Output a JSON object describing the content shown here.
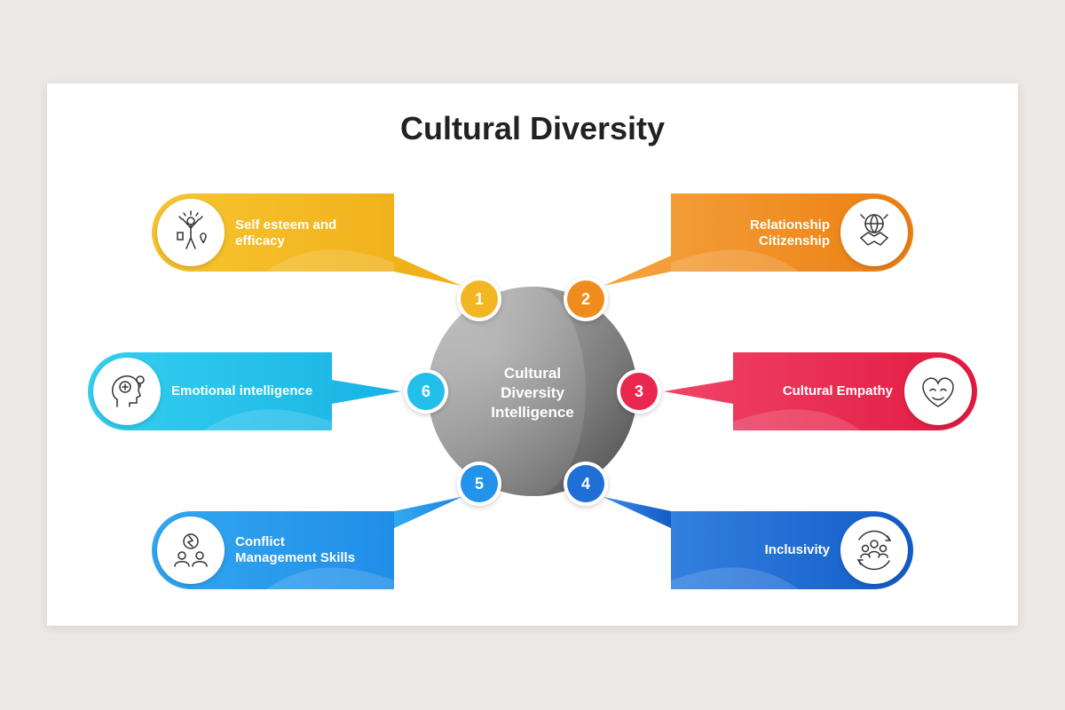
{
  "title": "Cultural Diversity",
  "center": {
    "line1": "Cultural",
    "line2": "Diversity",
    "line3": "Intelligence"
  },
  "items": [
    {
      "number": "1",
      "line1": "Self esteem and",
      "line2": "efficacy",
      "icon": "self-esteem-icon",
      "color": "#f2b623"
    },
    {
      "number": "2",
      "line1": "Relationship",
      "line2": "Citizenship",
      "icon": "handshake-globe-icon",
      "color": "#f08c1e"
    },
    {
      "number": "3",
      "line1": "Cultural Empathy",
      "line2": "",
      "icon": "heart-face-icon",
      "color": "#e8284e"
    },
    {
      "number": "4",
      "line1": "Inclusivity",
      "line2": "",
      "icon": "group-cycle-icon",
      "color": "#1f6fd6"
    },
    {
      "number": "5",
      "line1": "Conflict",
      "line2": "Management Skills",
      "icon": "conflict-people-icon",
      "color": "#2293ea"
    },
    {
      "number": "6",
      "line1": "Emotional intelligence",
      "line2": "",
      "icon": "head-brain-icon",
      "color": "#22bfea"
    }
  ]
}
